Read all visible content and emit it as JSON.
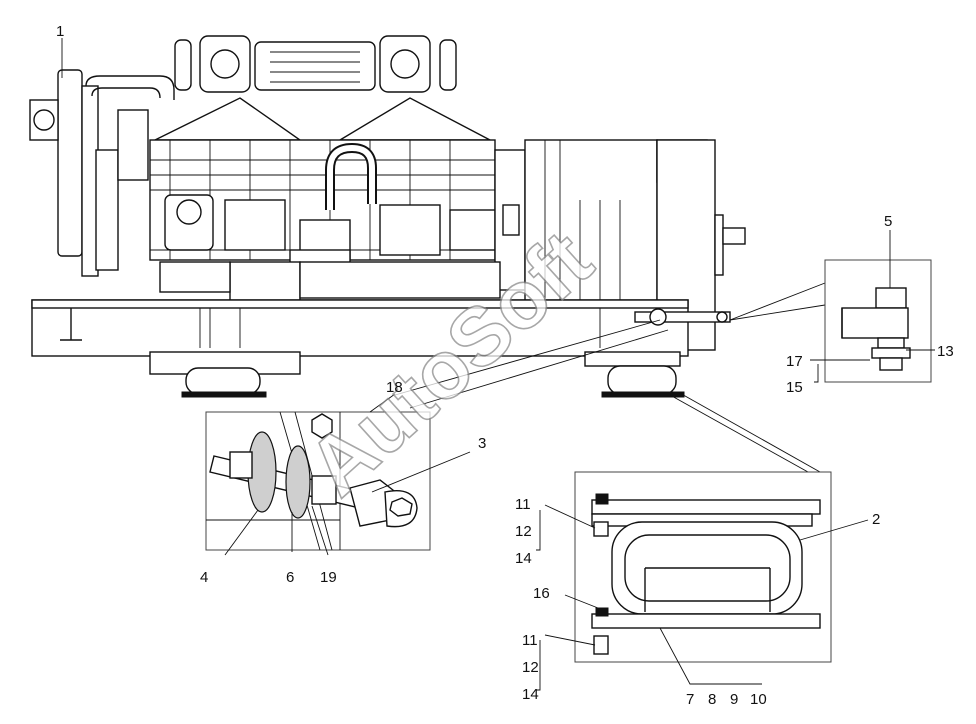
{
  "callouts": {
    "c1": "1",
    "c2": "2",
    "c3": "3",
    "c4": "4",
    "c5": "5",
    "c6": "6",
    "c7": "7",
    "c8": "8",
    "c9": "9",
    "c10": "10",
    "c11a": "11",
    "c12a": "12",
    "c14a": "14",
    "c11b": "11",
    "c12b": "12",
    "c14b": "14",
    "c13": "13",
    "c15": "15",
    "c16": "16",
    "c17": "17",
    "c18": "18",
    "c19": "19"
  },
  "watermark": "AutoSoft"
}
